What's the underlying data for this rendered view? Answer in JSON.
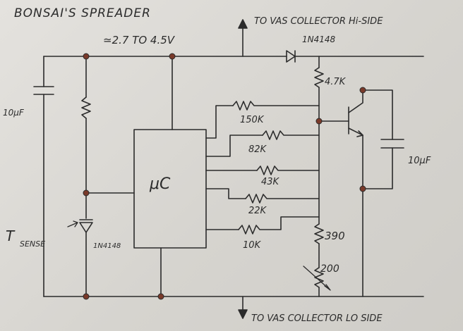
{
  "title": "BONSAI'S SPREADER",
  "supply": "≃2.7 TO 4.5V",
  "top_connection": "TO VAS COLLECTOR Hi-SIDE",
  "bottom_connection": "TO VAS COLLECTOR LO SIDE",
  "components": {
    "diode_top": "1N4148",
    "cap_left": "10μF",
    "cap_right": "10μF",
    "r_top": "4.7K",
    "r1": "150K",
    "r2": "82K",
    "r3": "43K",
    "r4": "22K",
    "r5": "10K",
    "r_390": "390",
    "trim": "200",
    "mcu": "μC",
    "t_sense": "T",
    "t_sense_sub": "SENSE",
    "diode_sense": "1N4148"
  }
}
